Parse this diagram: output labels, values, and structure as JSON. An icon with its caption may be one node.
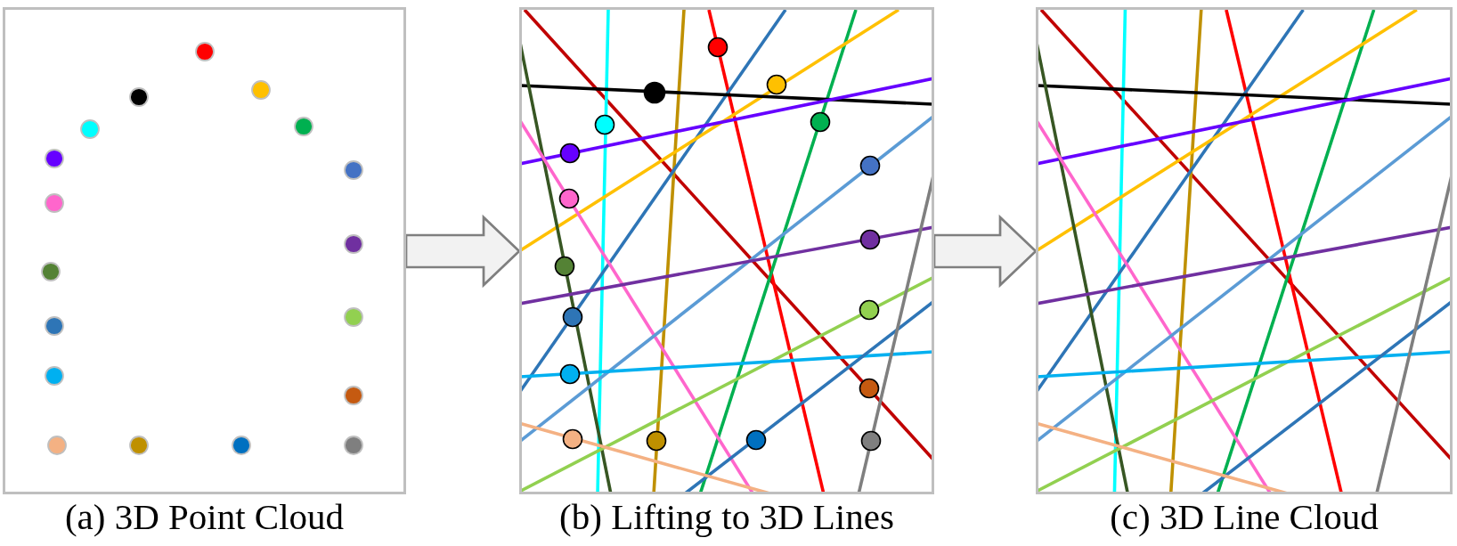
{
  "diagram": {
    "nodes": [
      {
        "text": [
          "(a) 3D Point Cloud"
        ]
      },
      {
        "text": [
          "(b) Lifting to 3D Lines"
        ]
      },
      {
        "text": [
          "(c) 3D Line Cloud"
        ]
      }
    ],
    "edges": [
      {
        "from": 0,
        "to": 1,
        "arrow": "to"
      },
      {
        "from": 1,
        "to": 2,
        "arrow": "to"
      }
    ]
  }
}
